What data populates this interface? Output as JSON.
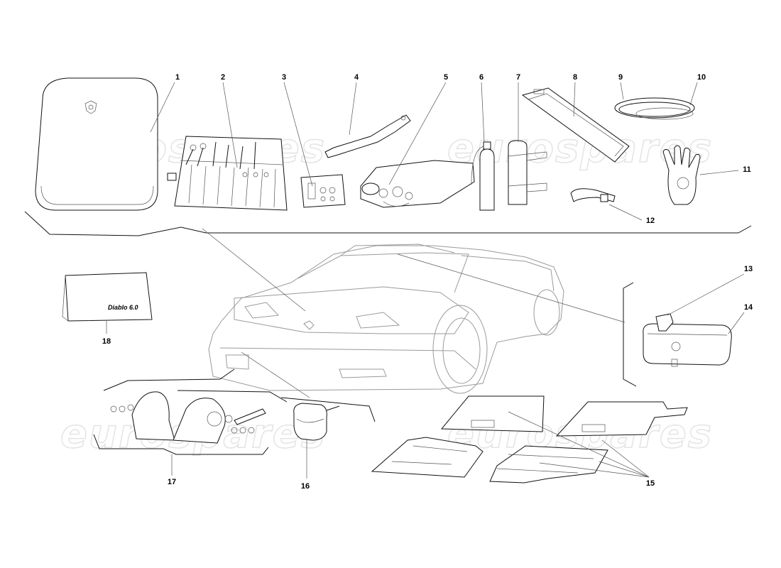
{
  "watermark": {
    "text": "eurospares"
  },
  "manual_cover_text": "Diablo 6.0",
  "parts": [
    {
      "id": "part-1",
      "label": "1"
    },
    {
      "id": "part-2",
      "label": "2"
    },
    {
      "id": "part-3",
      "label": "3"
    },
    {
      "id": "part-4",
      "label": "4"
    },
    {
      "id": "part-5",
      "label": "5"
    },
    {
      "id": "part-6",
      "label": "6"
    },
    {
      "id": "part-7",
      "label": "7"
    },
    {
      "id": "part-8",
      "label": "8"
    },
    {
      "id": "part-9",
      "label": "9"
    },
    {
      "id": "part-10",
      "label": "10"
    },
    {
      "id": "part-11",
      "label": "11"
    },
    {
      "id": "part-12",
      "label": "12"
    },
    {
      "id": "part-13",
      "label": "13"
    },
    {
      "id": "part-14",
      "label": "14"
    },
    {
      "id": "part-15",
      "label": "15"
    },
    {
      "id": "part-16",
      "label": "16"
    },
    {
      "id": "part-17",
      "label": "17"
    },
    {
      "id": "part-18",
      "label": "18"
    }
  ],
  "colors": {
    "line": "#111111",
    "car_outline": "#9a9a9a",
    "watermark": "#e4e4e4",
    "background": "#ffffff"
  }
}
